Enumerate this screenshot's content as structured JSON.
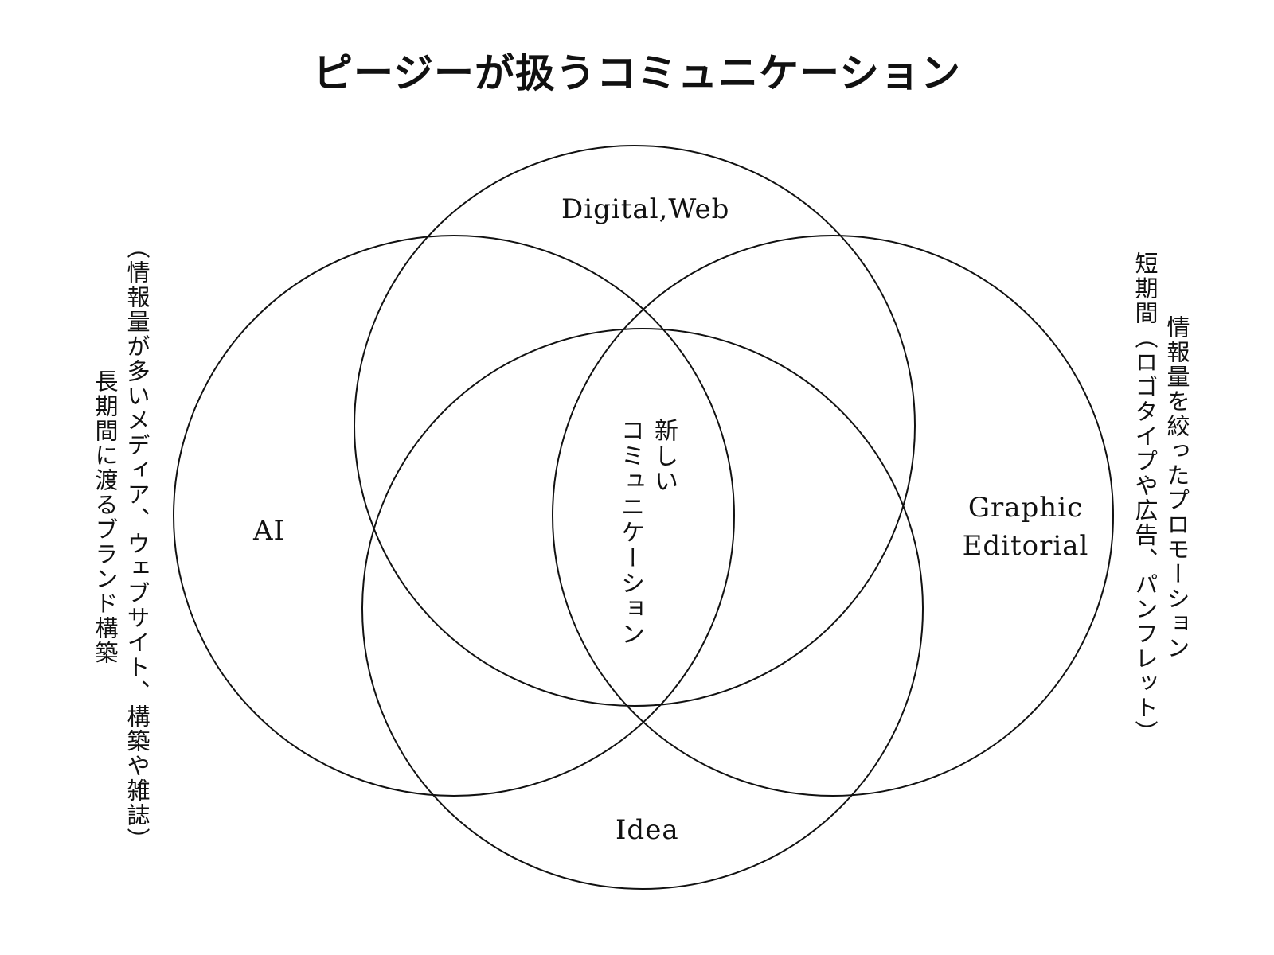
{
  "title": "ピージーが扱うコミュニケーション",
  "circles": {
    "top": "Digital,Web",
    "left": "AI",
    "right_line1": "Graphic",
    "right_line2": "Editorial",
    "bottom": "Idea"
  },
  "center": {
    "line1": "新しい",
    "line2": "コミュニケーション"
  },
  "left_note": {
    "line1": "（情報量が多いメディア、ウェブサイト、構築や雑誌）",
    "line2": "長期間に渡るブランド構築"
  },
  "right_note": {
    "line1": "情報量を絞ったプロモーション",
    "line2": "短期間（ロゴタイプや広告、パンフレット）"
  }
}
